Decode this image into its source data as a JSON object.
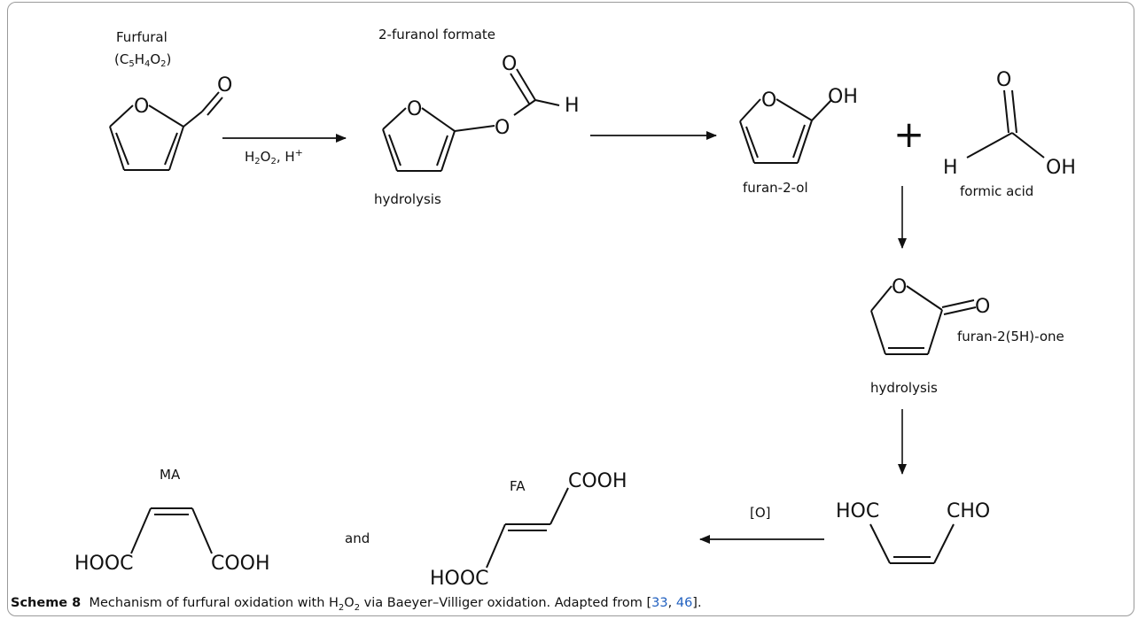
{
  "labels": {
    "furfural": "Furfural",
    "furfural_formula": {
      "open": "(C",
      "s1": "5",
      "h": "H",
      "s2": "4",
      "o": "O",
      "s3": "2",
      "close": ")"
    },
    "furanol_formate": "2-furanol formate",
    "reagents": {
      "h": "H",
      "s1": "2",
      "o": "O",
      "s2": "2",
      "comma": ", H",
      "plus": "+"
    },
    "hydrolysis_1": "hydrolysis",
    "furan_2_ol": "furan-2-ol",
    "formic_acid": "formic acid",
    "furanone": "furan-2(5H)-one",
    "hydrolysis_2": "hydrolysis",
    "oxidant": "[O]",
    "and": "and",
    "ma": "MA",
    "fa": "FA",
    "plus_sign": "+"
  },
  "atoms": {
    "O": "O",
    "H": "H",
    "OH": "OH",
    "HOC": "HOC",
    "CHO": "CHO",
    "COOH": "COOH",
    "HOOC": "HOOC"
  },
  "caption": {
    "label": "Scheme 8",
    "text_a": "  Mechanism of furfural oxidation with H",
    "sub1": "2",
    "o": "O",
    "sub2": "2",
    "text_b": " via Baeyer–Villiger oxidation. Adapted from [",
    "ref1": "33",
    "sep": ", ",
    "ref2": "46",
    "end": "]."
  }
}
